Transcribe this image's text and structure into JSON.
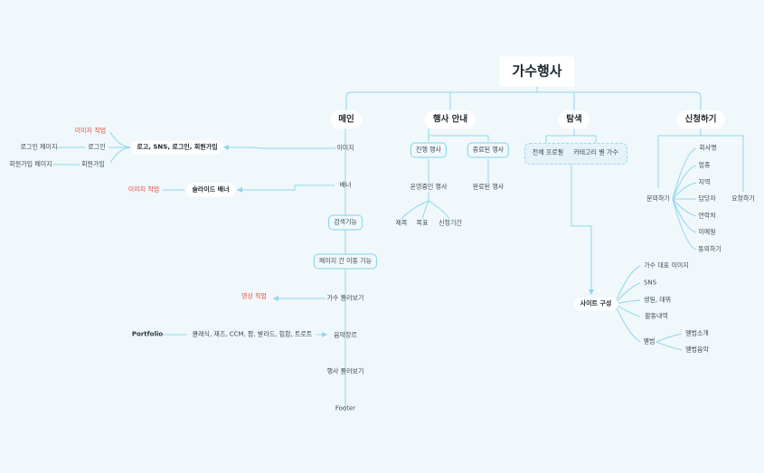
{
  "root": "가수행사",
  "categories": {
    "main": "메인",
    "event_info": "행사 안내",
    "explore": "탐색",
    "apply": "신청하기"
  },
  "main_branch": {
    "image": "이미지",
    "login_group": "로고, SNS, 로그인, 회원가입",
    "image_work_1": "이미지 작업",
    "login": "로그인",
    "login_page": "로그인 페이지",
    "signup": "회원가입",
    "signup_page": "회원가입 페이지",
    "banner": "배너",
    "slide_banner": "슬라이드 배너",
    "image_work_2": "이미지 작업",
    "search": "검색기능",
    "page_nav": "페이지 간 이동 기능",
    "singer_preview": "가수 둘러보기",
    "video_work": "영상 작업",
    "genre": "음악장르",
    "genre_list": "클래식, 재즈, CCM, 팝, 발라드, 힙합, 트로트",
    "portfolio": "Portfolio",
    "event_preview": "행사 둘러보기",
    "footer": "Footer"
  },
  "event_branch": {
    "ongoing": "진행 행사",
    "finished": "종료된 행사",
    "running_events": "운영중인 행사",
    "done_events": "완료된 행사",
    "title": "제목",
    "goal": "목표",
    "period": "신청기간"
  },
  "explore_branch": {
    "profile": "전체 프로필",
    "by_category": "카테고리 별 가수",
    "site_structure": "사이트 구성",
    "rep_image": "가수 대표 이미지",
    "sns": "SNS",
    "birth_debut": "생일, 데뷔",
    "activity": "활동내역",
    "album": "앨범",
    "album_intro": "앨범소개",
    "album_music": "앨범음악"
  },
  "apply_branch": {
    "inquiry": "문의하기",
    "company": "회사명",
    "industry": "업종",
    "region": "지역",
    "manager": "담당자",
    "contact": "연락처",
    "email": "이메일",
    "consent": "동의하기",
    "request": "요청하기"
  }
}
